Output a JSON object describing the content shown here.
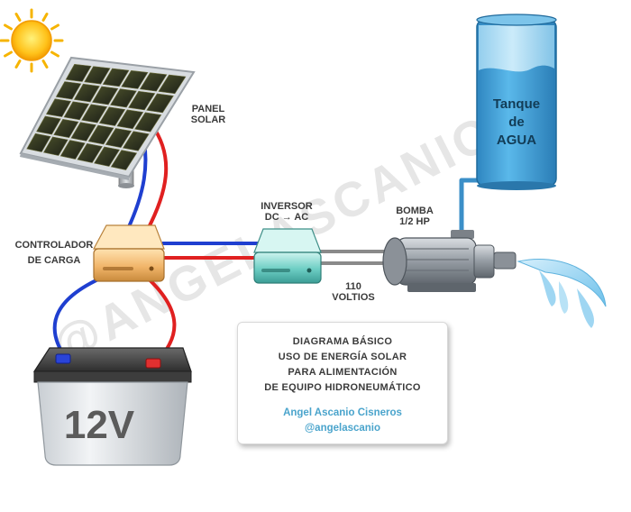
{
  "labels": {
    "panel_line1": "PANEL",
    "panel_line2": "SOLAR",
    "controller_line1": "CONTROLADOR",
    "controller_line2": "DE CARGA",
    "inverter_line1": "INVERSOR",
    "inverter_line2": "DC → AC",
    "pump_line1": "BOMBA",
    "pump_line2": "1/2 HP",
    "voltage_line1": "110",
    "voltage_line2": "VOLTIOS",
    "tank_line1": "Tanque",
    "tank_line2": "de",
    "tank_line3": "AGUA",
    "battery": "12V"
  },
  "info": {
    "line1": "DIAGRAMA BÁSICO",
    "line2": "USO DE ENERGÍA SOLAR",
    "line3": "PARA ALIMENTACIÓN",
    "line4": "DE EQUIPO HIDRONEUMÁTICO",
    "author": "Angel Ascanio Cisneros",
    "handle": "@angelascanio"
  },
  "watermark": "@ANGELASCANIO",
  "colors": {
    "wire_positive": "#e02020",
    "wire_negative": "#1f3fd0",
    "ac_wire": "#8a8a8a",
    "tank_water": "#49a8dc",
    "credit_text": "#4aa4cc"
  }
}
